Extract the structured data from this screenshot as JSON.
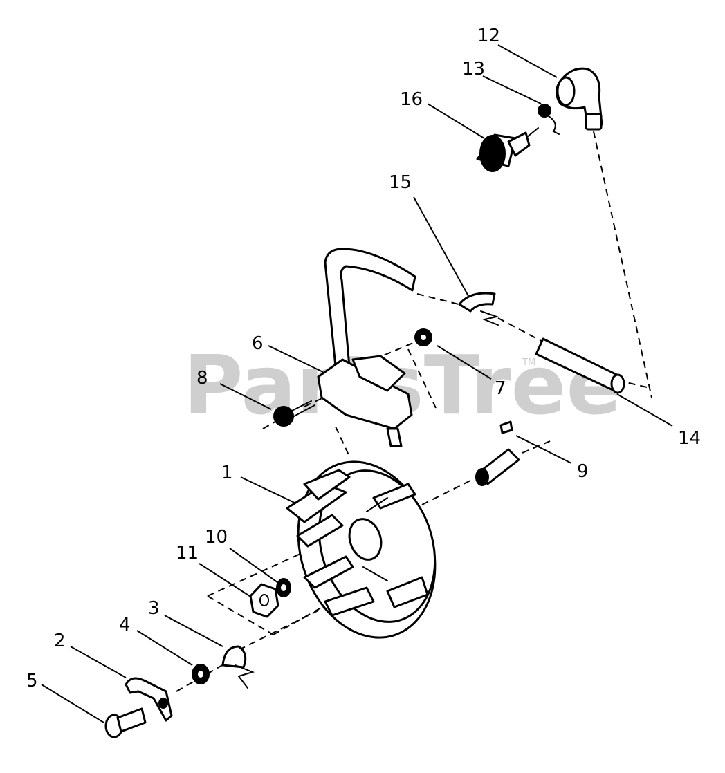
{
  "watermark": {
    "text": "PartsTree",
    "trademark": "TM"
  },
  "callouts": [
    {
      "id": "callout-1",
      "label": "1"
    },
    {
      "id": "callout-2",
      "label": "2"
    },
    {
      "id": "callout-3",
      "label": "3"
    },
    {
      "id": "callout-4",
      "label": "4"
    },
    {
      "id": "callout-5",
      "label": "5"
    },
    {
      "id": "callout-6",
      "label": "6"
    },
    {
      "id": "callout-7",
      "label": "7"
    },
    {
      "id": "callout-8",
      "label": "8"
    },
    {
      "id": "callout-9",
      "label": "9"
    },
    {
      "id": "callout-10",
      "label": "10"
    },
    {
      "id": "callout-11",
      "label": "11"
    },
    {
      "id": "callout-12",
      "label": "12"
    },
    {
      "id": "callout-13",
      "label": "13"
    },
    {
      "id": "callout-14",
      "label": "14"
    },
    {
      "id": "callout-15",
      "label": "15"
    },
    {
      "id": "callout-16",
      "label": "16"
    }
  ]
}
